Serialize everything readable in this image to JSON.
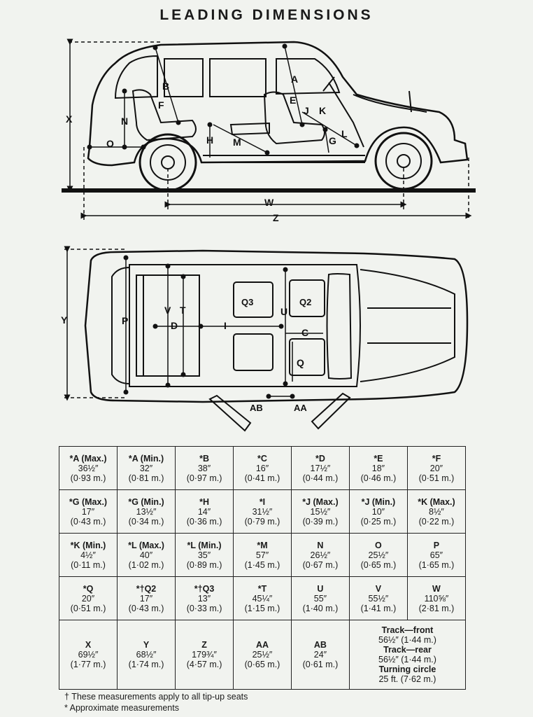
{
  "title": "LEADING DIMENSIONS",
  "side_labels": [
    "A",
    "B",
    "E",
    "F",
    "J",
    "K",
    "X",
    "N",
    "O",
    "H",
    "M",
    "G",
    "L",
    "W",
    "Z"
  ],
  "top_labels": [
    "Y",
    "P",
    "V",
    "T",
    "D",
    "I",
    "Q3",
    "Q2",
    "U",
    "C",
    "Q",
    "AB",
    "AA"
  ],
  "table": [
    [
      {
        "name": "*A (Max.)",
        "in": "36½″",
        "m": "(0·93 m.)"
      },
      {
        "name": "*A (Min.)",
        "in": "32″",
        "m": "(0·81 m.)"
      },
      {
        "name": "*B",
        "in": "38″",
        "m": "(0·97 m.)"
      },
      {
        "name": "*C",
        "in": "16″",
        "m": "(0·41 m.)"
      },
      {
        "name": "*D",
        "in": "17½″",
        "m": "(0·44 m.)"
      },
      {
        "name": "*E",
        "in": "18″",
        "m": "(0·46 m.)"
      },
      {
        "name": "*F",
        "in": "20″",
        "m": "(0·51 m.)"
      }
    ],
    [
      {
        "name": "*G (Max.)",
        "in": "17″",
        "m": "(0·43 m.)"
      },
      {
        "name": "*G (Min.)",
        "in": "13½″",
        "m": "(0·34 m.)"
      },
      {
        "name": "*H",
        "in": "14″",
        "m": "(0·36 m.)"
      },
      {
        "name": "*I",
        "in": "31½″",
        "m": "(0·79 m.)"
      },
      {
        "name": "*J (Max.)",
        "in": "15½″",
        "m": "(0·39 m.)"
      },
      {
        "name": "*J (Min.)",
        "in": "10″",
        "m": "(0·25 m.)"
      },
      {
        "name": "*K (Max.)",
        "in": "8½″",
        "m": "(0·22 m.)"
      }
    ],
    [
      {
        "name": "*K (Min.)",
        "in": "4½″",
        "m": "(0·11 m.)"
      },
      {
        "name": "*L (Max.)",
        "in": "40″",
        "m": "(1·02 m.)"
      },
      {
        "name": "*L (Min.)",
        "in": "35″",
        "m": "(0·89 m.)"
      },
      {
        "name": "*M",
        "in": "57″",
        "m": "(1·45 m.)"
      },
      {
        "name": "N",
        "in": "26½″",
        "m": "(0·67 m.)"
      },
      {
        "name": "O",
        "in": "25½″",
        "m": "(0·65 m.)"
      },
      {
        "name": "P",
        "in": "65″",
        "m": "(1·65 m.)"
      }
    ],
    [
      {
        "name": "*Q",
        "in": "20″",
        "m": "(0·51 m.)"
      },
      {
        "name": "*†Q2",
        "in": "17″",
        "m": "(0·43 m.)"
      },
      {
        "name": "*†Q3",
        "in": "13″",
        "m": "(0·33 m.)"
      },
      {
        "name": "*T",
        "in": "45¼″",
        "m": "(1·15 m.)"
      },
      {
        "name": "U",
        "in": "55″",
        "m": "(1·40 m.)"
      },
      {
        "name": "V",
        "in": "55½″",
        "m": "(1·41 m.)"
      },
      {
        "name": "W",
        "in": "110⅝″",
        "m": "(2·81 m.)"
      }
    ],
    [
      {
        "name": "X",
        "in": "69½″",
        "m": "(1·77 m.)"
      },
      {
        "name": "Y",
        "in": "68½″",
        "m": "(1·74 m.)"
      },
      {
        "name": "Z",
        "in": "179¾″",
        "m": "(4·57 m.)"
      },
      {
        "name": "AA",
        "in": "25½″",
        "m": "(0·65 m.)"
      },
      {
        "name": "AB",
        "in": "24″",
        "m": "(0·61 m.)"
      }
    ]
  ],
  "track": {
    "front_label": "Track—front",
    "front_value": "56½″ (1·44 m.)",
    "rear_label": "Track—rear",
    "rear_value": "56½″ (1·44 m.)",
    "turn_label": "Turning circle",
    "turn_value": "25 ft. (7·62 m.)"
  },
  "notes": {
    "dagger": "† These measurements apply to all tip-up seats",
    "star": "* Approximate measurements"
  }
}
